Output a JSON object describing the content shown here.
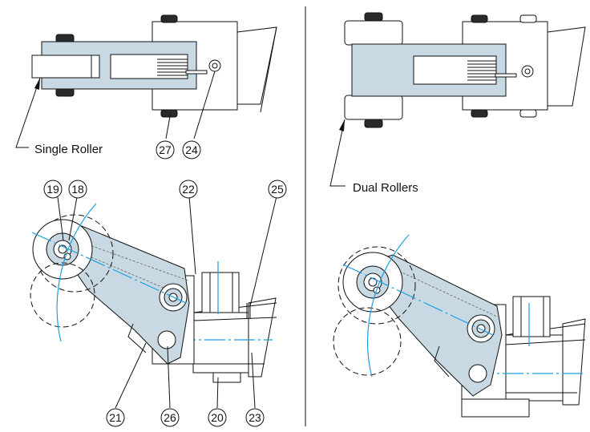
{
  "labels": {
    "single_roller": "Single Roller",
    "dual_rollers": "Dual Rollers"
  },
  "callouts": {
    "c18": "18",
    "c19": "19",
    "c20": "20",
    "c21": "21",
    "c22": "22",
    "c23": "23",
    "c24": "24",
    "c25": "25",
    "c26": "26",
    "c27": "27"
  },
  "colors": {
    "lever_fill": "#c9d9e3",
    "center_line": "#1aa0e0",
    "outline": "#111111"
  }
}
